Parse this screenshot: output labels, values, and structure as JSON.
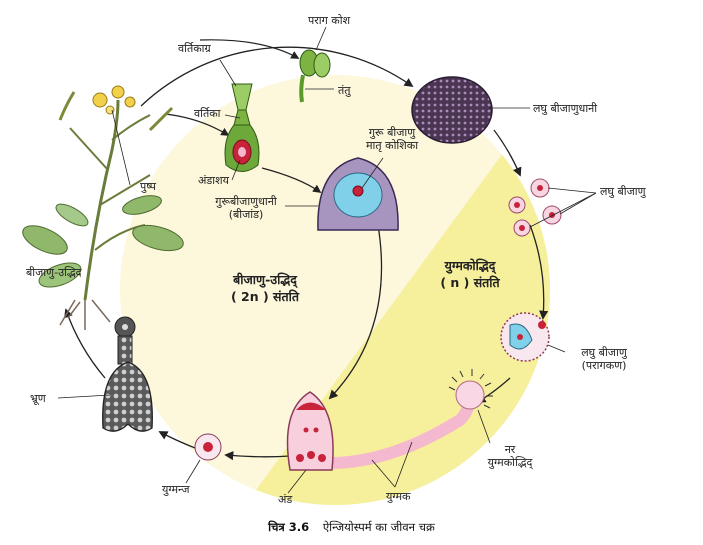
{
  "labels": {
    "parag_kosh": "पराग कोश",
    "vartikagra": "वर्तिकाग्र",
    "vartika": "वर्तिका",
    "tantu": "तंतु",
    "laghu_beejanudhani": "लघु बीजाणुधानी",
    "guru_beejanu_matru_line1": "गुरू बीजाणु",
    "guru_beejanu_matru_line2": "मातृ कोशिका",
    "andashay": "अंडाशय",
    "pushp": "पुष्प",
    "laghu_beejanu": "लघु बीजाणु",
    "guru_beejanudhani_line1": "गुरूबीजाणुधानी",
    "guru_beejanudhani_line2": "(बीजांड)",
    "beejanu_udbhid": "बीजाणु-उद्भिद",
    "sporophyte_phase_line1": "बीजाणु-उद्भिद्",
    "sporophyte_phase_line2": "( 2n ) संतति",
    "gametophyte_phase_line1": "युग्मकोद्भिद्",
    "gametophyte_phase_line2": "( n ) संतति",
    "laghu_beejanu_paragkan_line1": "लघु बीजाणु",
    "laghu_beejanu_paragkan_line2": "(परागकण)",
    "bhroon": "भ्रूण",
    "nar_line1": "नर",
    "nar_line2": "युग्मकोद्भिद्",
    "yugmanaj": "युग्मन्ज",
    "and": "अंड",
    "yugmak": "युग्मक"
  },
  "caption": {
    "number": "चित्र 3.6",
    "title": "ऐन्जियोस्पर्म का जीवन चक्र"
  },
  "colors": {
    "sporophyte_region": "#fdf7dc",
    "gametophyte_region": "#f6ef9c",
    "pink": "#f4b8cf",
    "red": "#c8233a",
    "purple": "#6b4d7a",
    "green": "#6ca83a",
    "cyan": "#7fd0e8"
  }
}
